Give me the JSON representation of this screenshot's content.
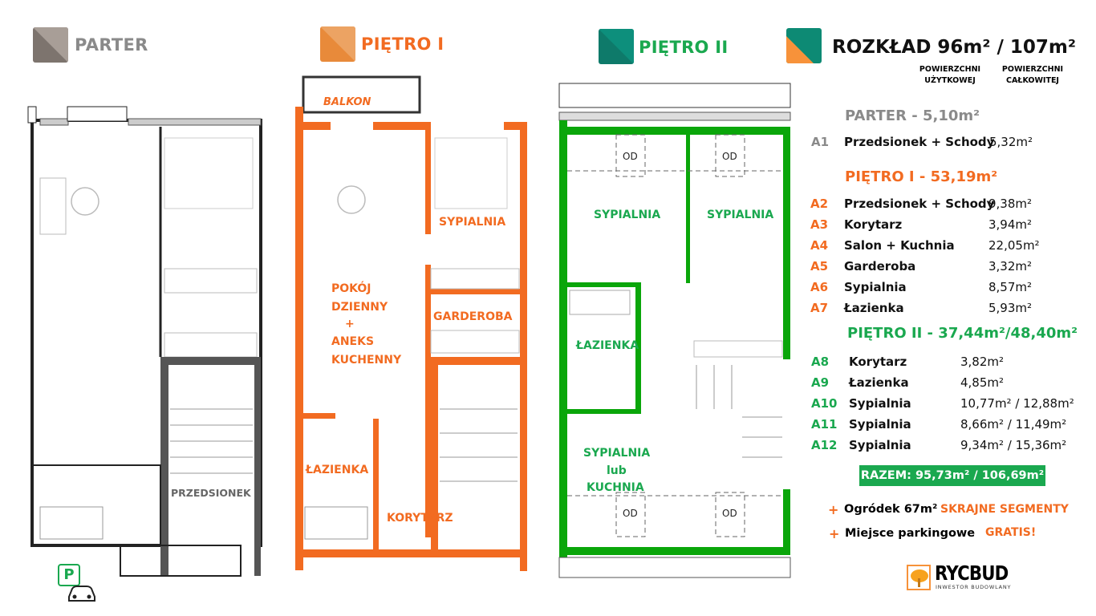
{
  "colors": {
    "grey": "#8a8a8a",
    "orange": "#f26b21",
    "green": "#1aa84f",
    "wall_green": "#0aa60a",
    "teal": "#0d8a74"
  },
  "headers": {
    "parter": "PARTER",
    "pietro1": "PIĘTRO I",
    "pietro2": "PIĘTRO II"
  },
  "summary": {
    "title": "ROZKŁAD 96m² / 107m²",
    "col1_line1": "POWIERZCHNI",
    "col1_line2": "UŻYTKOWEJ",
    "col2_line1": "POWIERZCHNI",
    "col2_line2": "CAŁKOWITEJ",
    "sections": [
      {
        "title": "PARTER - 5,10m²",
        "rows": [
          {
            "code": "A1",
            "name": "Przedsionek + Schody",
            "area": "5,32m²"
          }
        ]
      },
      {
        "title": "PIĘTRO I - 53,19m²",
        "rows": [
          {
            "code": "A2",
            "name": "Przedsionek + Schody",
            "area": "9,38m²"
          },
          {
            "code": "A3",
            "name": "Korytarz",
            "area": "3,94m²"
          },
          {
            "code": "A4",
            "name": "Salon + Kuchnia",
            "area": "22,05m²"
          },
          {
            "code": "A5",
            "name": "Garderoba",
            "area": "3,32m²"
          },
          {
            "code": "A6",
            "name": "Sypialnia",
            "area": "8,57m²"
          },
          {
            "code": "A7",
            "name": "Łazienka",
            "area": "5,93m²"
          }
        ]
      },
      {
        "title": "PIĘTRO II - 37,44m²/48,40m²",
        "rows": [
          {
            "code": "A8",
            "name": "Korytarz",
            "area": "3,82m²"
          },
          {
            "code": "A9",
            "name": "Łazienka",
            "area": "4,85m²"
          },
          {
            "code": "A10",
            "name": "Sypialnia",
            "area": "10,77m² / 12,88m²"
          },
          {
            "code": "A11",
            "name": "Sypialnia",
            "area": "8,66m² / 11,49m²"
          },
          {
            "code": "A12",
            "name": "Sypialnia",
            "area": "9,34m² / 15,36m²"
          }
        ]
      }
    ],
    "total": "RAZEM: 95,73m² / 106,69m²",
    "extras": [
      {
        "plus": "+",
        "text": "Ogródek 67m²",
        "note": "SKRAJNE SEGMENTY"
      },
      {
        "plus": "+",
        "text": "Miejsce parkingowe",
        "note": "GRATIS!"
      }
    ]
  },
  "plan_labels": {
    "parter": {
      "przedsionek": "PRZEDSIONEK"
    },
    "pietro1": {
      "balkon": "BALKON",
      "sypialnia": "SYPIALNIA",
      "pokoj1": "POKÓJ",
      "pokoj2": "DZIENNY",
      "pokoj3": "+",
      "pokoj4": "ANEKS",
      "pokoj5": "KUCHENNY",
      "garderoba": "GARDEROBA",
      "lazienka": "ŁAZIENKA",
      "korytarz": "KORYTARZ"
    },
    "pietro2": {
      "sypialnia_a": "SYPIALNIA",
      "sypialnia_b": "SYPIALNIA",
      "lazienka": "ŁAZIENKA",
      "syp1": "SYPIALNIA",
      "syp2": "lub",
      "syp3": "KUCHNIA",
      "od": "OD"
    }
  },
  "parking_icon": "P",
  "logo": {
    "name": "RYCBUD",
    "tagline": "INWESTOR BUDOWLANY"
  }
}
